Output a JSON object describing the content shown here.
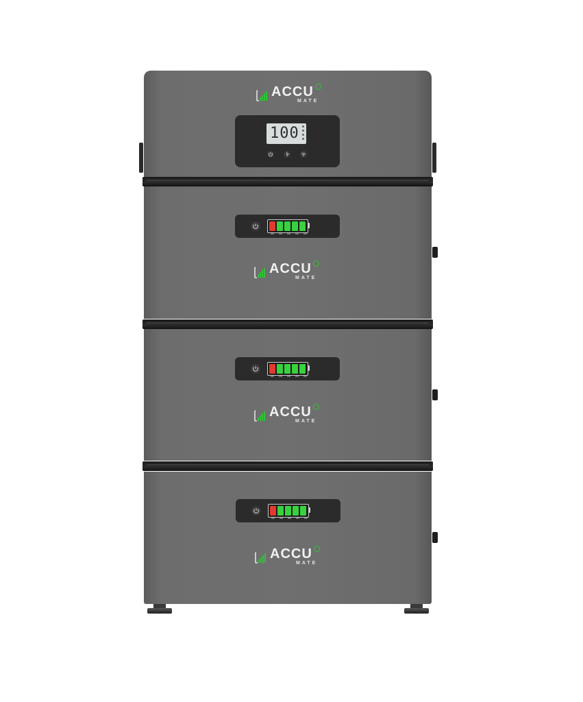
{
  "product": {
    "brand_word": "ACCU",
    "brand_sub": "MATE",
    "display_reading": "100",
    "colors": {
      "housing": "#6f6f6f",
      "panel": "#2b2b2b",
      "seam": "#1a1a1a",
      "logo_green": "#33c23a",
      "cell_red": "#e23a2e",
      "cell_green": "#38d23f"
    },
    "icons": [
      "power-icon",
      "fan-icon",
      "wifi-icon"
    ],
    "battery_modules": [
      {
        "cells_total": 5,
        "cells_red": 1,
        "cells_green": 4
      },
      {
        "cells_total": 5,
        "cells_red": 1,
        "cells_green": 4
      },
      {
        "cells_total": 5,
        "cells_red": 1,
        "cells_green": 4
      }
    ]
  }
}
